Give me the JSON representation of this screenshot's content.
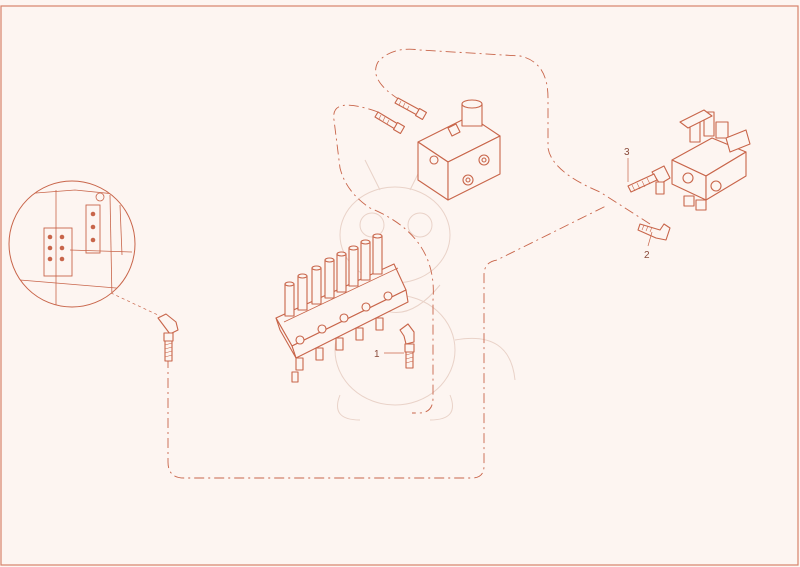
{
  "colors": {
    "line": "#c8654a",
    "background": "#fdf5f1",
    "frame": "#d7836a",
    "watermark": "#e9d2c8"
  },
  "callouts": [
    {
      "id": "1",
      "label": "1"
    },
    {
      "id": "2",
      "label": "2"
    },
    {
      "id": "3",
      "label": "3"
    }
  ]
}
